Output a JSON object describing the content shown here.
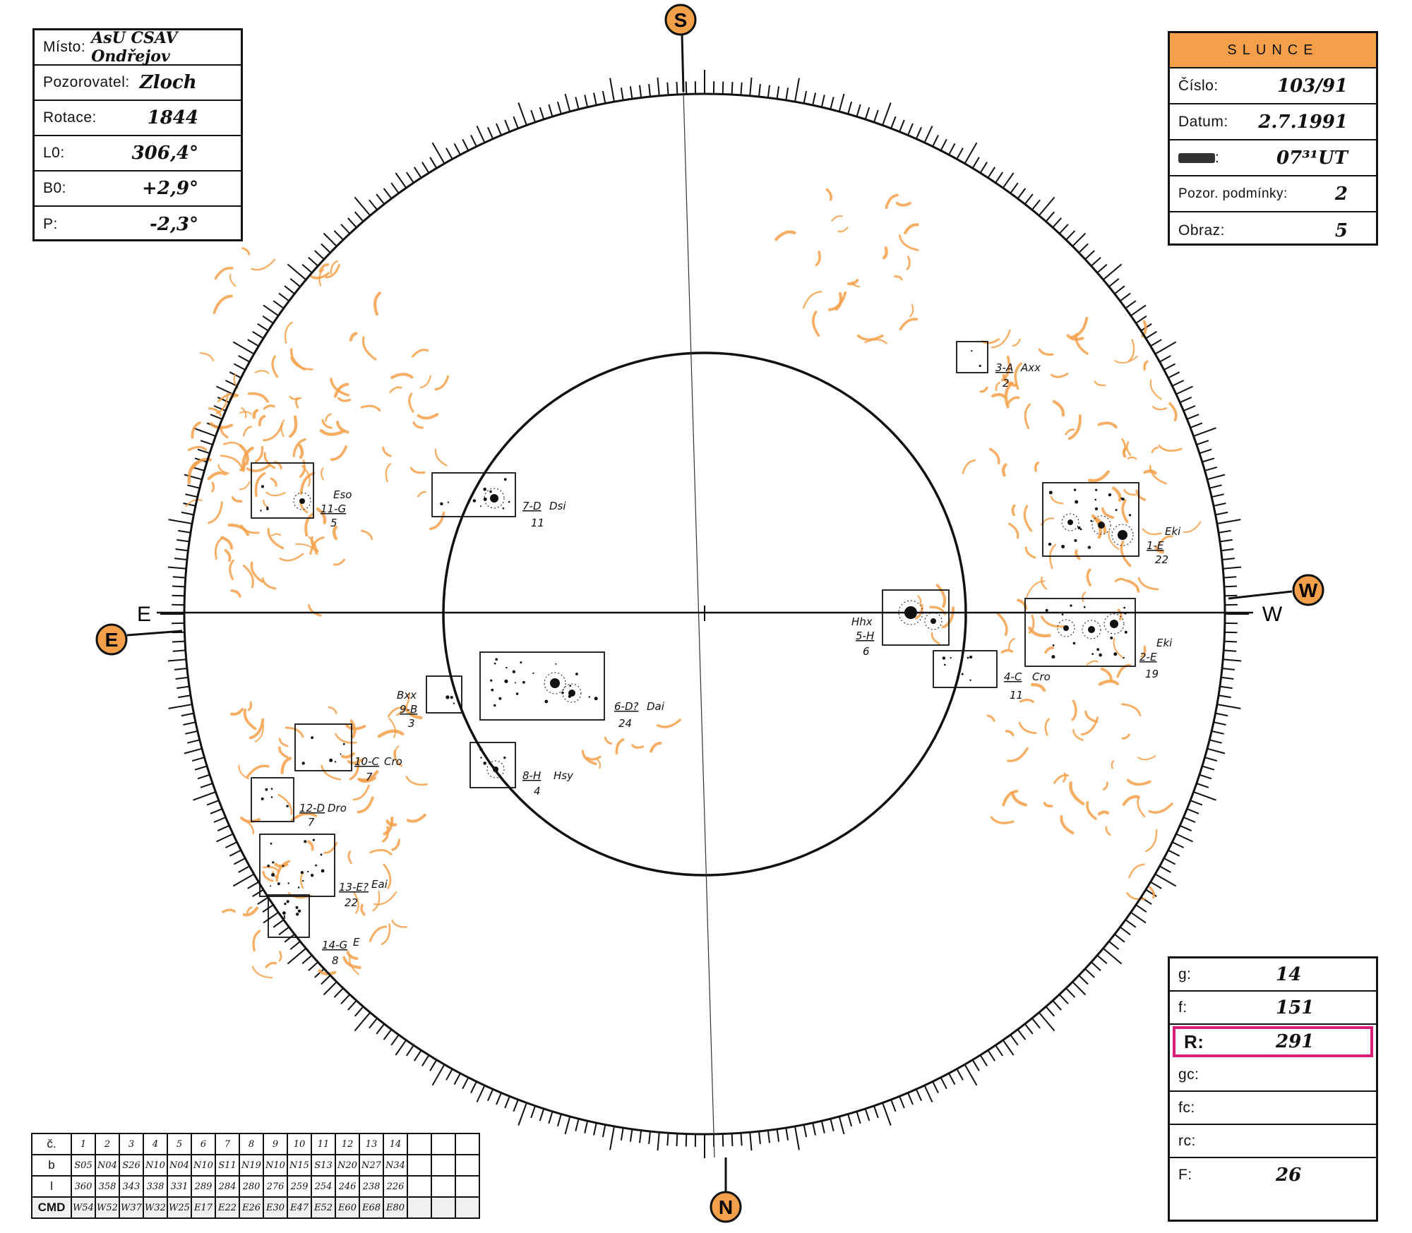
{
  "info": {
    "misto_label": "Místo:",
    "misto": "AsÚ ČSAV Ondřejov",
    "pozorovatel_label": "Pozorovatel:",
    "pozorovatel": "Zloch",
    "rotace_label": "Rotace:",
    "rotace": "1844",
    "l0_label": "L0:",
    "l0": "306,4°",
    "b0_label": "B0:",
    "b0": "+2,9°",
    "p_label": "P:",
    "p": "-2,3°"
  },
  "sun": {
    "title": "SLUNCE",
    "cislo_label": "Číslo:",
    "cislo": "103/91",
    "datum_label": "Datum:",
    "datum": "2.7.1991",
    "cas": "07³¹UT",
    "pozor_label": "Pozor. podmínky:",
    "pozor": "2",
    "obraz_label": "Obraz:",
    "obraz": "5"
  },
  "counts": {
    "g_label": "g:",
    "g": "14",
    "f_label": "f:",
    "f": "151",
    "r_label": "R:",
    "r": "291",
    "gc_label": "gc:",
    "fc_label": "fc:",
    "rc_label": "rc:",
    "F_label": "F:",
    "F": "26",
    "highlight_color": "#d81e78"
  },
  "compass": {
    "S": "S",
    "N": "N",
    "E": "E",
    "W": "W",
    "accent": "#f4a04a"
  },
  "groups": [
    {
      "id": "g1",
      "line1": "1-E",
      "type": "Eki",
      "count": "22"
    },
    {
      "id": "g2",
      "line1": "2-E",
      "type": "Eki",
      "count": "19"
    },
    {
      "id": "g3",
      "line1": "3-A",
      "type": "Axx",
      "count": "2"
    },
    {
      "id": "g4",
      "line1": "4-C",
      "type": "Cro",
      "count": "11"
    },
    {
      "id": "g5",
      "line1": "5-H",
      "type": "Hhx",
      "count": "6"
    },
    {
      "id": "g6",
      "line1": "6-D?",
      "type": "Dai",
      "count": "24"
    },
    {
      "id": "g7",
      "line1": "7-D",
      "type": "Dsi",
      "count": "11"
    },
    {
      "id": "g8",
      "line1": "8-H",
      "type": "Hsy",
      "count": "4"
    },
    {
      "id": "g9",
      "line1": "9-B",
      "type": "Bxx",
      "count": "3"
    },
    {
      "id": "g10",
      "line1": "10-C",
      "type": "Cro",
      "count": "7"
    },
    {
      "id": "g11",
      "line1": "11-G",
      "type": "Eso",
      "count": "5"
    },
    {
      "id": "g12",
      "line1": "12-D",
      "type": "Dro",
      "count": "7"
    },
    {
      "id": "g13",
      "line1": "13-E?",
      "type": "Eai",
      "count": "22"
    },
    {
      "id": "g14",
      "line1": "14-G",
      "type": "E",
      "count": "8"
    }
  ],
  "table": {
    "row_c": "č.",
    "row_b": "b",
    "row_l": "l",
    "row_cmd": "CMD",
    "nums": [
      "1",
      "2",
      "3",
      "4",
      "5",
      "6",
      "7",
      "8",
      "9",
      "10",
      "11",
      "12",
      "13",
      "14"
    ],
    "b": [
      "S05",
      "N04",
      "S26",
      "N10",
      "N04",
      "N10",
      "S11",
      "N19",
      "N10",
      "N15",
      "S13",
      "N20",
      "N27",
      "N34"
    ],
    "l": [
      "360",
      "358",
      "343",
      "338",
      "331",
      "289",
      "284",
      "280",
      "276",
      "259",
      "254",
      "246",
      "238",
      "226"
    ],
    "cmd": [
      "W54",
      "W52",
      "W37",
      "W32",
      "W25",
      "E17",
      "E22",
      "E26",
      "E30",
      "E47",
      "E52",
      "E60",
      "E68",
      "E80"
    ]
  }
}
